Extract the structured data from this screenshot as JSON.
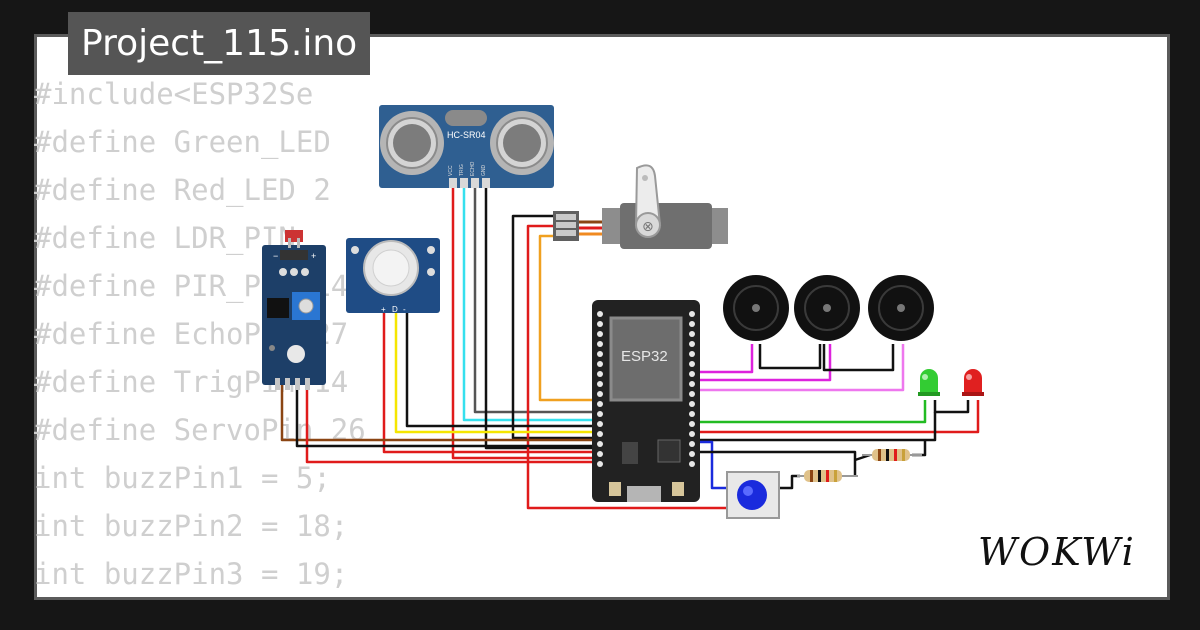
{
  "project": {
    "title": "Project_115.ino"
  },
  "code_lines": [
    "#include<ESP32Se",
    "#define Green_LED",
    "#define Red_LED 2",
    "#define LDR_PIN",
    "#define PIR_PIN 14",
    "#define EchoPin 27",
    "#define TrigPin 14",
    "#define ServoPin 26",
    "int buzzPin1 = 5;",
    "int buzzPin2 = 18;",
    "int buzzPin3 = 19;"
  ],
  "components": {
    "ultrasonic": {
      "label": "HC-SR04",
      "pins": [
        "VCC",
        "TRIG",
        "ECHO",
        "GND"
      ]
    },
    "mcu": {
      "label": "ESP32"
    },
    "pir": {
      "pins": [
        "+",
        "D",
        "-"
      ]
    }
  },
  "branding": {
    "logo": "WOKWi"
  },
  "colors": {
    "background": "#161616",
    "card": "#ffffff",
    "title_bg": "#555555",
    "code_text": "#cfcfcf",
    "wire_red": "#e01b1b",
    "wire_black": "#111111",
    "wire_cyan": "#35e0ee",
    "wire_orange": "#f0a020",
    "wire_yellow": "#f5e600",
    "wire_brown": "#8b4513",
    "wire_green": "#22bb22",
    "wire_magenta": "#dd22dd",
    "wire_blue": "#1a2bdd"
  }
}
